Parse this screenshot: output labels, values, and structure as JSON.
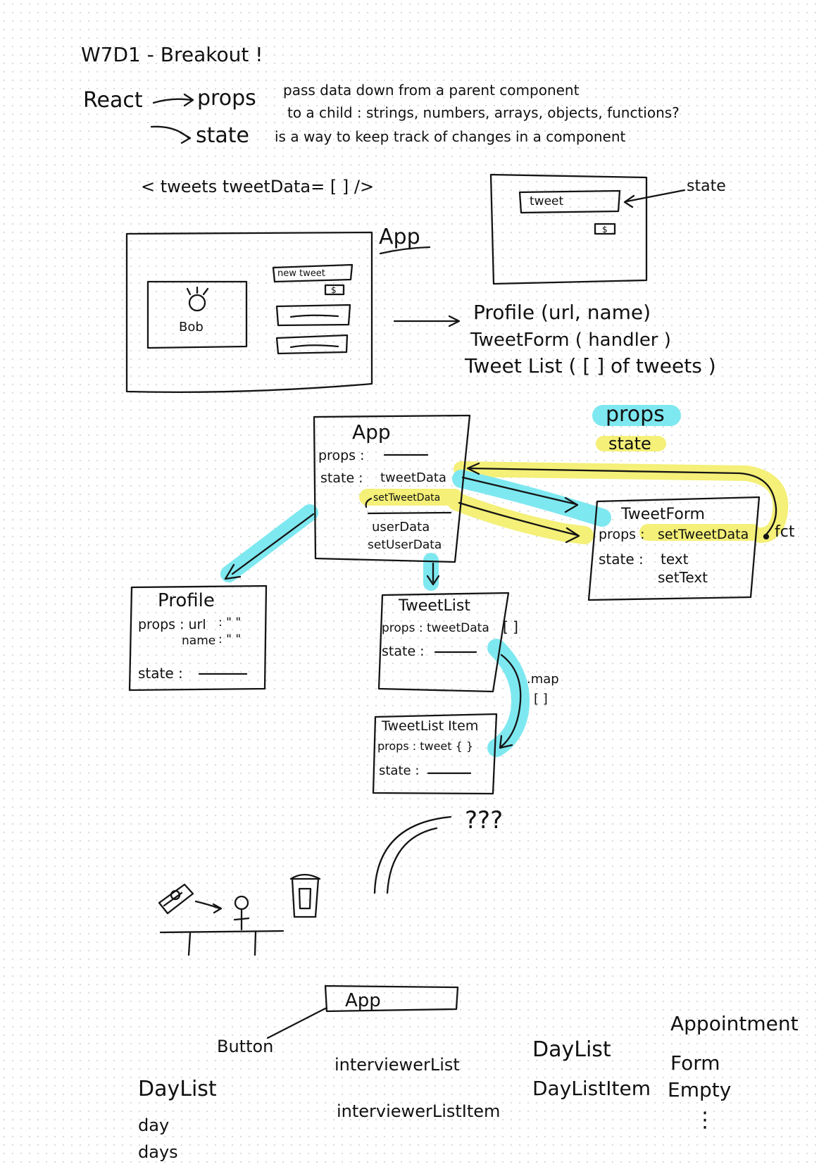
{
  "header": {
    "title": "W7D1 - Breakout !",
    "react": "React",
    "props_label": "props",
    "props_desc_1": "pass data down from a parent component",
    "props_desc_2": "to a child : strings, numbers, arrays, objects, functions?",
    "state_label": "state",
    "state_desc": "is a way to keep track of changes in a component"
  },
  "sketch": {
    "tweets_tag": "< tweets  tweetData= [ ]  />",
    "app_label": "App",
    "new_tweet": "new tweet",
    "bob": "Bob",
    "tweet_input": "tweet",
    "state_label": "state",
    "profile_line": "Profile  (url, name)",
    "tweetform_line": "TweetForm  ( handler )",
    "tweetlist_line": "Tweet List  ( [ ] of tweets )"
  },
  "legend": {
    "props": "props",
    "state": "state"
  },
  "colors": {
    "props": "#7ee8f0",
    "state": "#f4f078"
  },
  "components": {
    "app": {
      "title": "App",
      "props": "props :",
      "state": "state :",
      "tweet_data": "tweetData",
      "set_tweet_data": "setTweetData",
      "user_data": "userData",
      "set_user_data": "setUserData"
    },
    "tweet_form": {
      "title": "TweetForm",
      "props": "props :",
      "props_value": "setTweetData",
      "state": "state :",
      "text": "text",
      "set_text": "setText",
      "fct": "fct"
    },
    "profile": {
      "title": "Profile",
      "props": "props : url",
      "url_value": ": \" \"",
      "name": "name",
      "name_value": ": \" \"",
      "state": "state :"
    },
    "tweet_list": {
      "title": "TweetList",
      "props": "props : tweetData",
      "brackets": "[ ]",
      "state": "state :",
      "map": ".map",
      "map_brackets": "[ ]"
    },
    "tweet_list_item": {
      "title": "TweetList Item",
      "props": "props : tweet { }",
      "state": "state :"
    }
  },
  "misc": {
    "question": "???"
  },
  "bottom": {
    "app": "App",
    "button": "Button",
    "day_list": "DayList",
    "day": "day",
    "days": "days",
    "interviewer_list": "interviewerList",
    "interviewer_list_item": "interviewerListItem",
    "day_list_2": "DayList",
    "day_list_item": "DayListItem",
    "appointment": "Appointment",
    "form": "Form",
    "empty": "Empty",
    "ellipsis": "⋮"
  }
}
